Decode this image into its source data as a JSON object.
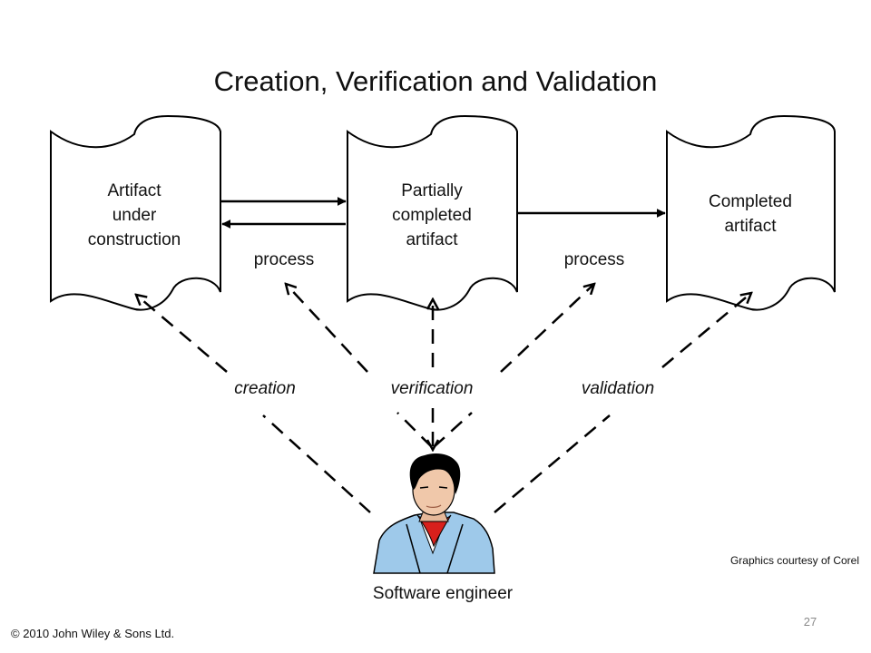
{
  "title": "Creation, Verification and Validation",
  "nodes": [
    {
      "lines": [
        "Artifact",
        "under",
        "construction"
      ]
    },
    {
      "lines": [
        "Partially",
        "completed",
        "artifact"
      ]
    },
    {
      "lines": [
        "Completed",
        "artifact"
      ]
    }
  ],
  "edge_labels": [
    "process",
    "process"
  ],
  "role_labels": [
    "creation",
    "verification",
    "validation"
  ],
  "actor_label": "Software engineer",
  "credit": "Graphics courtesy of Corel",
  "copyright": "© 2010 John Wiley & Sons Ltd.",
  "page_number": "27"
}
